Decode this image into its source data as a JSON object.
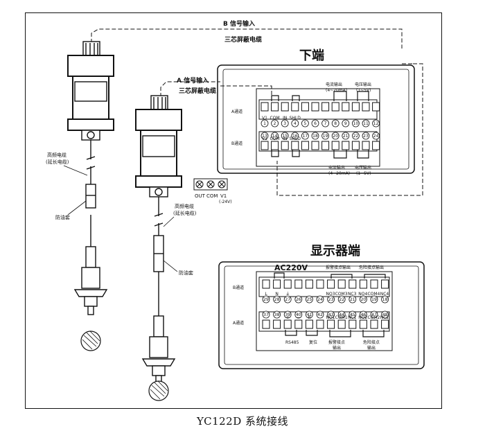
{
  "caption": "YC122D 系统接线",
  "signal_b": {
    "title": "B 信号输入",
    "cable": "三芯屏蔽电缆"
  },
  "signal_a": {
    "title": "A 信号输入",
    "cable": "三芯屏蔽电缆"
  },
  "bottom_end": {
    "title": "下端",
    "channel_a": "A通道",
    "channel_b": "B通道",
    "current_out_top": "电流输出",
    "current_range_top": "(4~20mA)",
    "voltage_out_top": "电压输出",
    "voltage_range_top": "(1~5V)",
    "top_labels": [
      "V1",
      "COM",
      "IN",
      "SHLD"
    ],
    "top_numbers": [
      "1",
      "2",
      "3",
      "4",
      "5",
      "6",
      "7",
      "8",
      "9",
      "10",
      "11",
      "12"
    ],
    "bottom_numbers": [
      "13",
      "14",
      "15",
      "16",
      "17",
      "18",
      "19",
      "20",
      "21",
      "22",
      "23",
      "24"
    ],
    "bottom_labels": [
      "V1",
      "COM",
      "IN",
      "SHLD"
    ],
    "current_out_bottom": "电流输出",
    "current_range_bottom": "(4~20mA)",
    "voltage_out_bottom": "电压输出",
    "voltage_range_bottom": "(1~5V)"
  },
  "left_sensor": {
    "cable_label": "高频电缆",
    "cable_sub": "(延长电缆)",
    "oil_guard": "防油套"
  },
  "right_sensor": {
    "cable_label": "高频电缆",
    "cable_sub": "(延长电缆)",
    "oil_guard": "防油套"
  },
  "terminal_strip": {
    "labels": [
      "OUT",
      "COM",
      "V1"
    ],
    "note": "(-24V)"
  },
  "display_end": {
    "title": "显示器端",
    "power": "AC220V",
    "alarm_top": "报警接点输出",
    "danger_top": "危险接点输出",
    "channel_b": "B通道",
    "channel_a": "A通道",
    "top_row_labels": [
      "L",
      "N",
      "⏚"
    ],
    "relay_top_labels": [
      "NO3",
      "COM3",
      "NC3",
      "NO4",
      "COM4",
      "NC4"
    ],
    "top_numbers": [
      "29",
      "28",
      "27",
      "26",
      "25",
      "24",
      "23",
      "22",
      "21",
      "20",
      "19",
      "18"
    ],
    "bottom_numbers": [
      "37",
      "38",
      "39",
      "40",
      "41",
      "42",
      "43",
      "44",
      "45",
      "46",
      "47",
      "48"
    ],
    "bottom_pin_labels": [
      "+",
      "−",
      "R"
    ],
    "relay_bottom_labels": [
      "NO1",
      "COM1",
      "NC1",
      "NO2",
      "COM2",
      "NC2"
    ],
    "rs485": "RS485",
    "reset": "复位",
    "alarm_bottom": "报警接点",
    "alarm_bottom_sub": "输出",
    "danger_bottom": "危险接点",
    "danger_bottom_sub": "输出"
  }
}
